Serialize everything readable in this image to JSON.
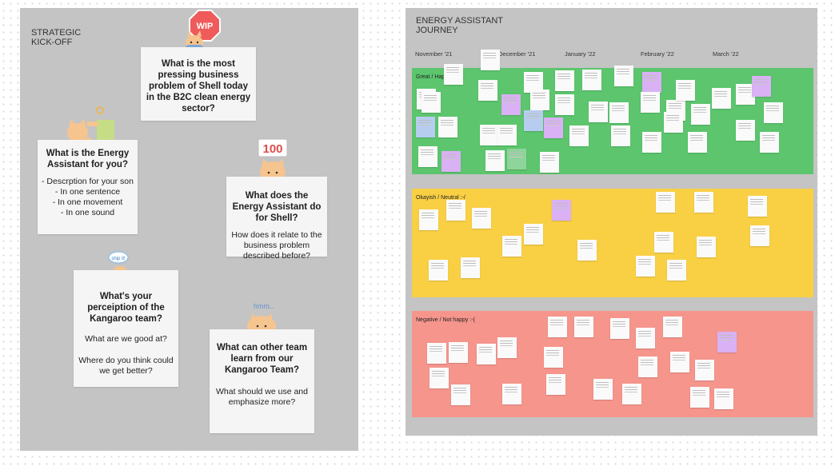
{
  "left_frame": {
    "title": "STRATEGIC\nKICK-OFF",
    "cards": [
      {
        "question": "What is the most pressing business problem of Shell today in the B2C clean energy sector?",
        "sub": ""
      },
      {
        "question": "What is the Energy Assistant for you?",
        "sub": "- Descrption for your son\n- In one sentence\n- In one movement\n- In one sound"
      },
      {
        "question": "What does the Energy Assistant do for Shell?",
        "sub": "How does it relate to the business problem described before?"
      },
      {
        "question": "What's your perceiption of the Kangaroo team?",
        "sub": "What are we good at?",
        "sub2": "Where do you think could we get better?"
      },
      {
        "question": "What can other team learn from our Kangaroo Team?",
        "sub": "What should we use and emphasize more?"
      }
    ],
    "stickers": {
      "wip": "WIP",
      "hundred": "100",
      "hmm": "hmm..",
      "ship": "ship it!"
    }
  },
  "right_frame": {
    "title": "ENERGY ASSISTANT\nJOURNEY",
    "months": [
      "November '21",
      "December '21",
      "January '22",
      "February '22",
      "March '22"
    ],
    "zones": [
      {
        "label": "Great / Happy :-)",
        "color": "#5cc56d"
      },
      {
        "label": "Okayish / Neutral :-/",
        "color": "#f9cf44"
      },
      {
        "label": "Negative / Not happy :-(",
        "color": "#f5958c"
      }
    ]
  }
}
